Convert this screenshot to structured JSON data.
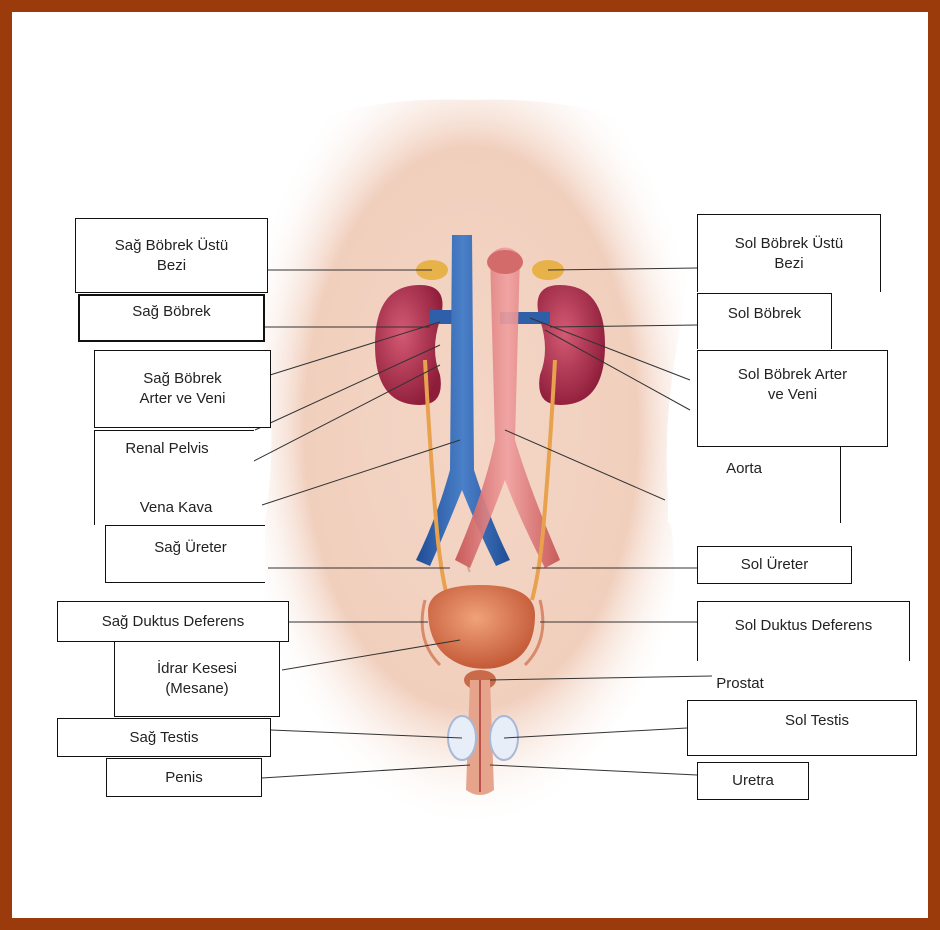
{
  "labels": {
    "sag_bobrek_ustu_bezi": "Sağ Böbrek Üstü\nBezi",
    "sol_bobrek_ustu_bezi": "Sol Böbrek Üstü\nBezi",
    "sag_bobrek": "Sağ Böbrek",
    "sol_bobrek": "Sol Böbrek",
    "sag_bobrek_arter_ve_veni": "Sağ Böbrek\nArter ve Veni",
    "sol_bobrek_arter_ve_veni": "Sol Böbrek Arter\nve Veni",
    "renal_pelvis": "Renal Pelvis",
    "aorta": "Aorta",
    "vena_kava": "Vena Kava",
    "sag_ureter": "Sağ Üreter",
    "sol_ureter": "Sol Üreter",
    "sag_duktus_deferens": "Sağ Duktus Deferens",
    "sol_duktus_deferens": "Sol Duktus Deferens",
    "idrar_kesesi": "İdrar Kesesi\n(Mesane)",
    "prostat": "Prostat",
    "sag_testis": "Sağ Testis",
    "sol_testis": "Sol Testis",
    "penis": "Penis",
    "uretra": "Uretra"
  },
  "colors": {
    "frame": "#9b3a0a",
    "skin": "#f2d3c2",
    "kidney": "#b8364f",
    "vena_cava": "#2e5fa8",
    "aorta": "#d86a6a",
    "ureter": "#e8a24e",
    "bladder": "#d9744f",
    "leader": "#333333"
  }
}
